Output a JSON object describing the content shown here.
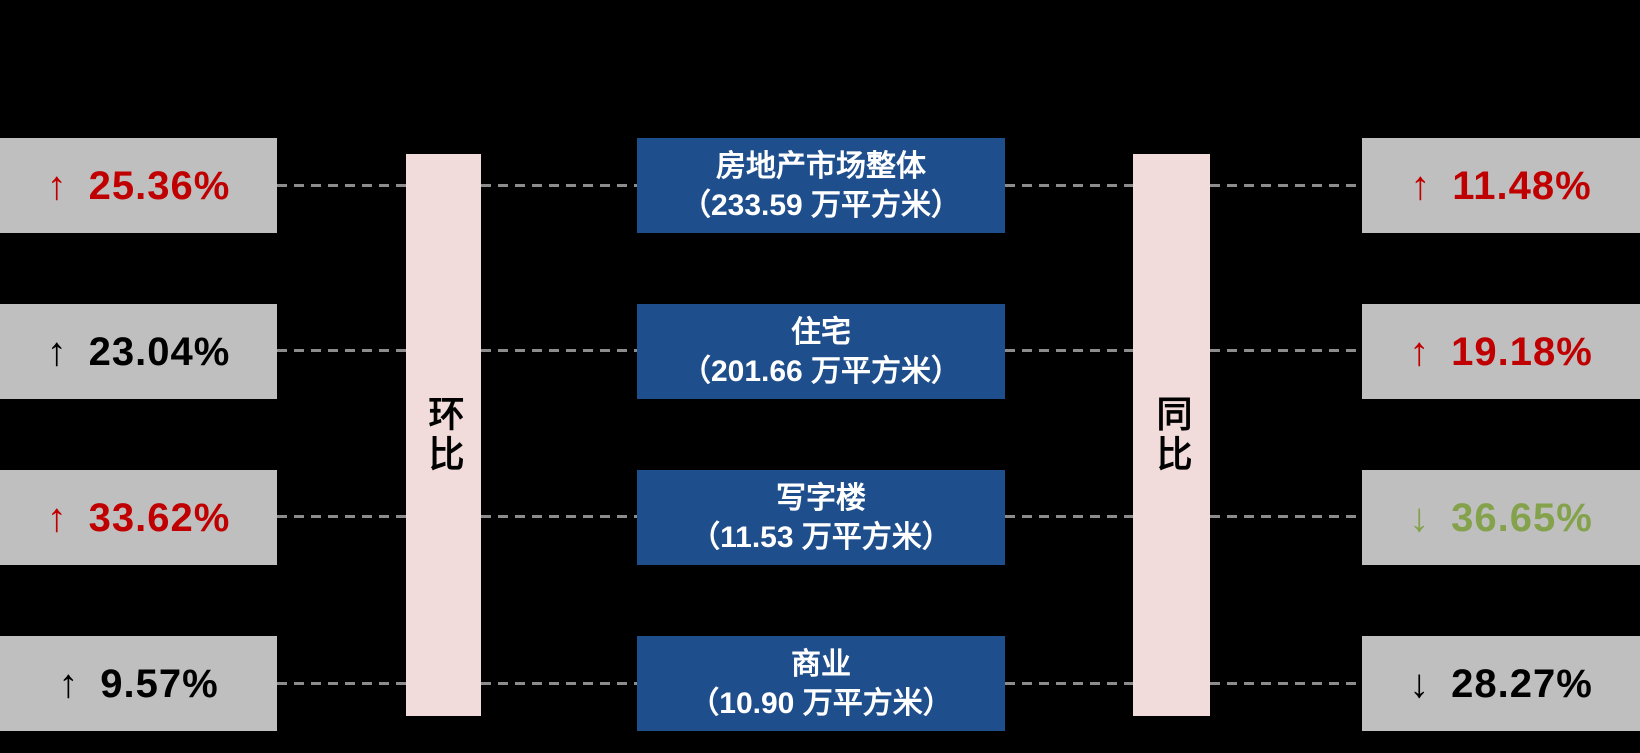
{
  "page": {
    "background": "#000000"
  },
  "colors": {
    "red": "#C00000",
    "green": "#84A24C",
    "black": "#000000",
    "box_gray": "#BFBFBF",
    "box_blue": "#1F4E8C",
    "bar_pink": "#F2DCDB",
    "dash_gray": "#8C8C8C",
    "white": "#FFFFFF"
  },
  "mom_column": {
    "label": "环比",
    "items": [
      {
        "arrow": "↑",
        "value": "25.36%",
        "color": "#C00000"
      },
      {
        "arrow": "↑",
        "value": "23.04%",
        "color": "#000000"
      },
      {
        "arrow": "↑",
        "value": "33.62%",
        "color": "#C00000"
      },
      {
        "arrow": "↑",
        "value": "9.57%",
        "color": "#000000"
      }
    ]
  },
  "categories": {
    "items": [
      {
        "title": "房地产市场整体",
        "subtitle": "（233.59 万平方米）"
      },
      {
        "title": "住宅",
        "subtitle": "（201.66 万平方米）"
      },
      {
        "title": "写字楼",
        "subtitle": "（11.53 万平方米）"
      },
      {
        "title": "商业",
        "subtitle": "（10.90 万平方米）"
      }
    ]
  },
  "yoy_column": {
    "label": "同比",
    "items": [
      {
        "arrow": "↑",
        "value": "11.48%",
        "color": "#C00000"
      },
      {
        "arrow": "↑",
        "value": "19.18%",
        "color": "#C00000"
      },
      {
        "arrow": "↓",
        "value": "36.65%",
        "color": "#84A24C"
      },
      {
        "arrow": "↓",
        "value": "28.27%",
        "color": "#000000"
      }
    ]
  }
}
